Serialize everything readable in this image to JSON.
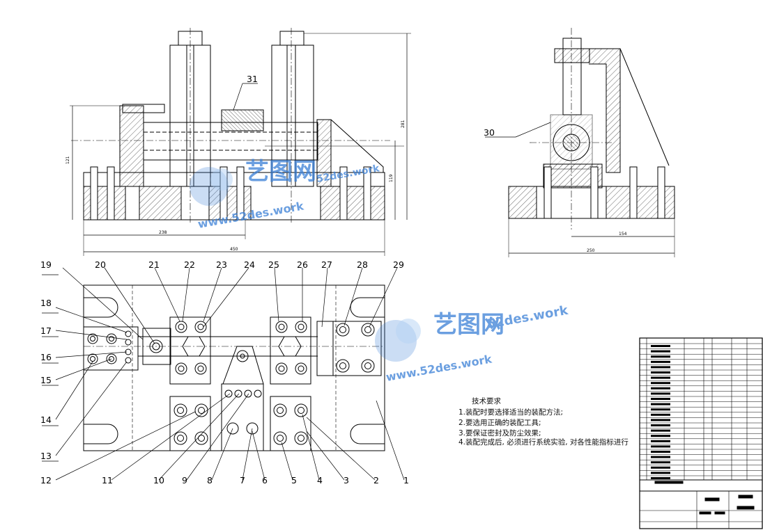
{
  "drawing": {
    "callouts": [
      "1",
      "2",
      "3",
      "4",
      "5",
      "6",
      "7",
      "8",
      "9",
      "10",
      "11",
      "12",
      "13",
      "14",
      "15",
      "16",
      "17",
      "18",
      "19",
      "20",
      "21",
      "22",
      "23",
      "24",
      "25",
      "26",
      "27",
      "28",
      "29",
      "30",
      "31"
    ],
    "dimensions": {
      "front_height_left": "121",
      "front_height_right_a": "119",
      "front_height_right_b": "281",
      "front_width_inner": "238",
      "front_width_total": "450",
      "side_width_inner": "154",
      "side_width_total": "250"
    }
  },
  "technical_requirements": {
    "title": "技术要求",
    "items": [
      "1.装配时要选择适当的装配方法;",
      "2.要选用正确的装配工具;",
      "3.要保证密封及防尘效果;",
      "4.装配完成后, 必须进行系统实验, 对各性能指标进行"
    ]
  },
  "watermark": {
    "brand": "艺图网",
    "url_top": "52des.work",
    "url_bottom": "www.52des.work"
  },
  "colors": {
    "line": "#000000",
    "watermark": "#3a7fd6",
    "watermark_light": "#9cc3f0"
  }
}
